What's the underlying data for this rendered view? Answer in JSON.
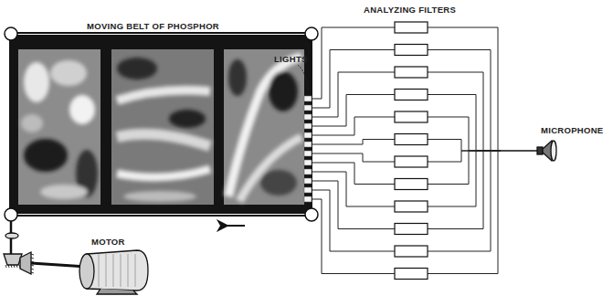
{
  "diagram": {
    "labels": [
      "MOVING BELT OF PHOSPHOR",
      "LIGHTS",
      "ANALYZING FILTERS",
      "MICROPHONE",
      "MOTOR"
    ]
  }
}
